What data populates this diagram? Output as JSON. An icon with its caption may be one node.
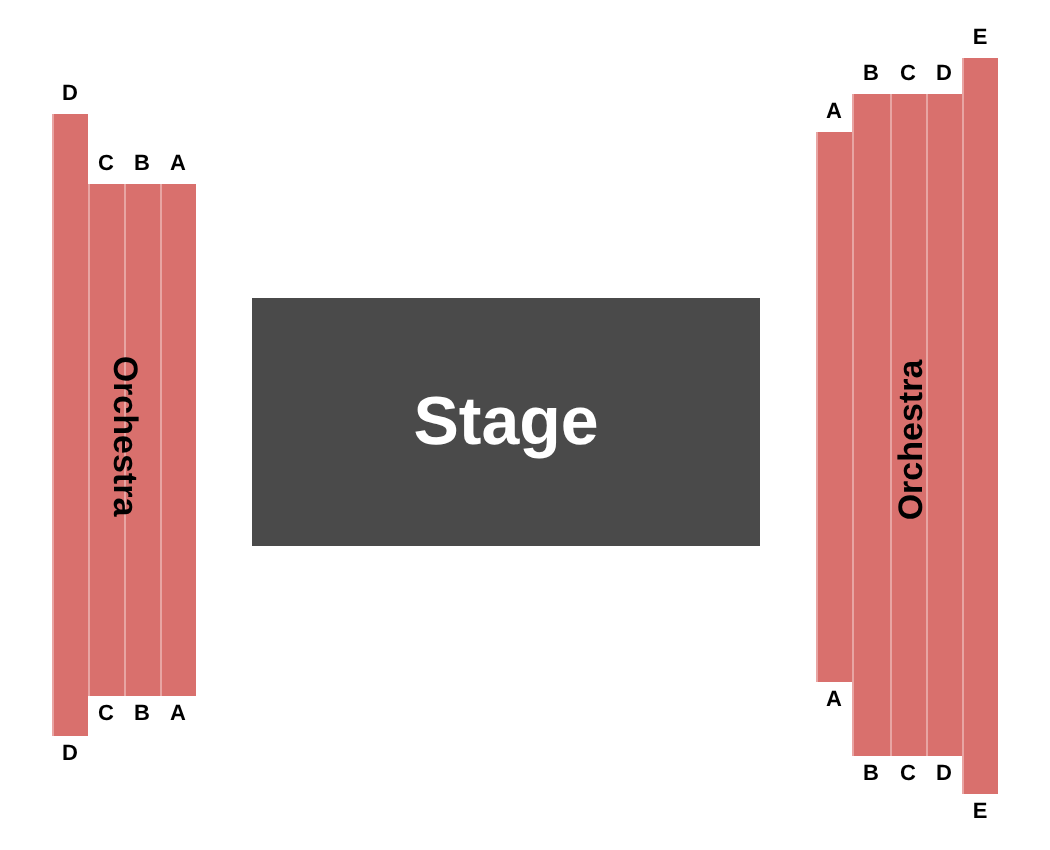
{
  "diagram": {
    "nodes": [
      {
        "text": [],
        "shape": "bar",
        "beside": [
          "D",
          "D"
        ]
      },
      {
        "text": [],
        "shape": "bar",
        "beside": [
          "C",
          "C"
        ]
      },
      {
        "text": [],
        "shape": "bar",
        "beside": [
          "B",
          "B"
        ]
      },
      {
        "text": [],
        "shape": "bar",
        "beside": [
          "A",
          "A"
        ]
      },
      {
        "text": [
          "Stage"
        ]
      },
      {
        "text": [],
        "shape": "bar",
        "beside": [
          "A",
          "A"
        ]
      },
      {
        "text": [],
        "shape": "bar",
        "beside": [
          "B",
          "B"
        ]
      },
      {
        "text": [],
        "shape": "bar",
        "beside": [
          "C",
          "C"
        ]
      },
      {
        "text": [],
        "shape": "bar",
        "beside": [
          "D",
          "D"
        ]
      },
      {
        "text": [],
        "shape": "bar",
        "beside": [
          "E",
          "E"
        ]
      }
    ],
    "labels": [
      "Orchestra",
      "Orchestra"
    ]
  }
}
